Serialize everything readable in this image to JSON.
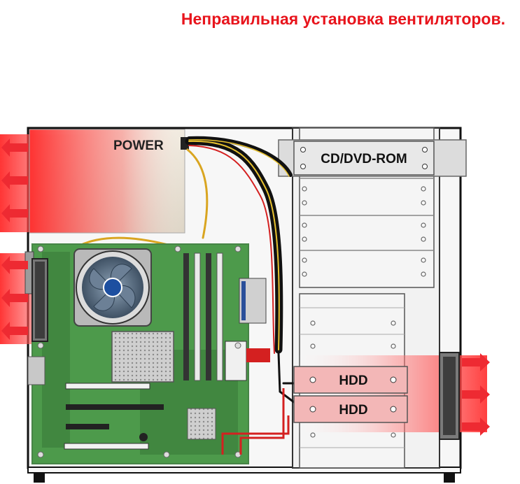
{
  "title": "Неправильная установка вентиляторов.",
  "labels": {
    "power": "POWER",
    "optical_drive": "CD/DVD-ROM",
    "hdd_1": "HDD",
    "hdd_2": "HDD"
  },
  "colors": {
    "title": "#e8141c",
    "airflow_arrow": "#ee2a32",
    "motherboard": "#4d9a4b",
    "case_outline": "#111111"
  },
  "airflow": {
    "left_exhaust_arrows": 6,
    "right_exhaust_arrows": 3
  }
}
